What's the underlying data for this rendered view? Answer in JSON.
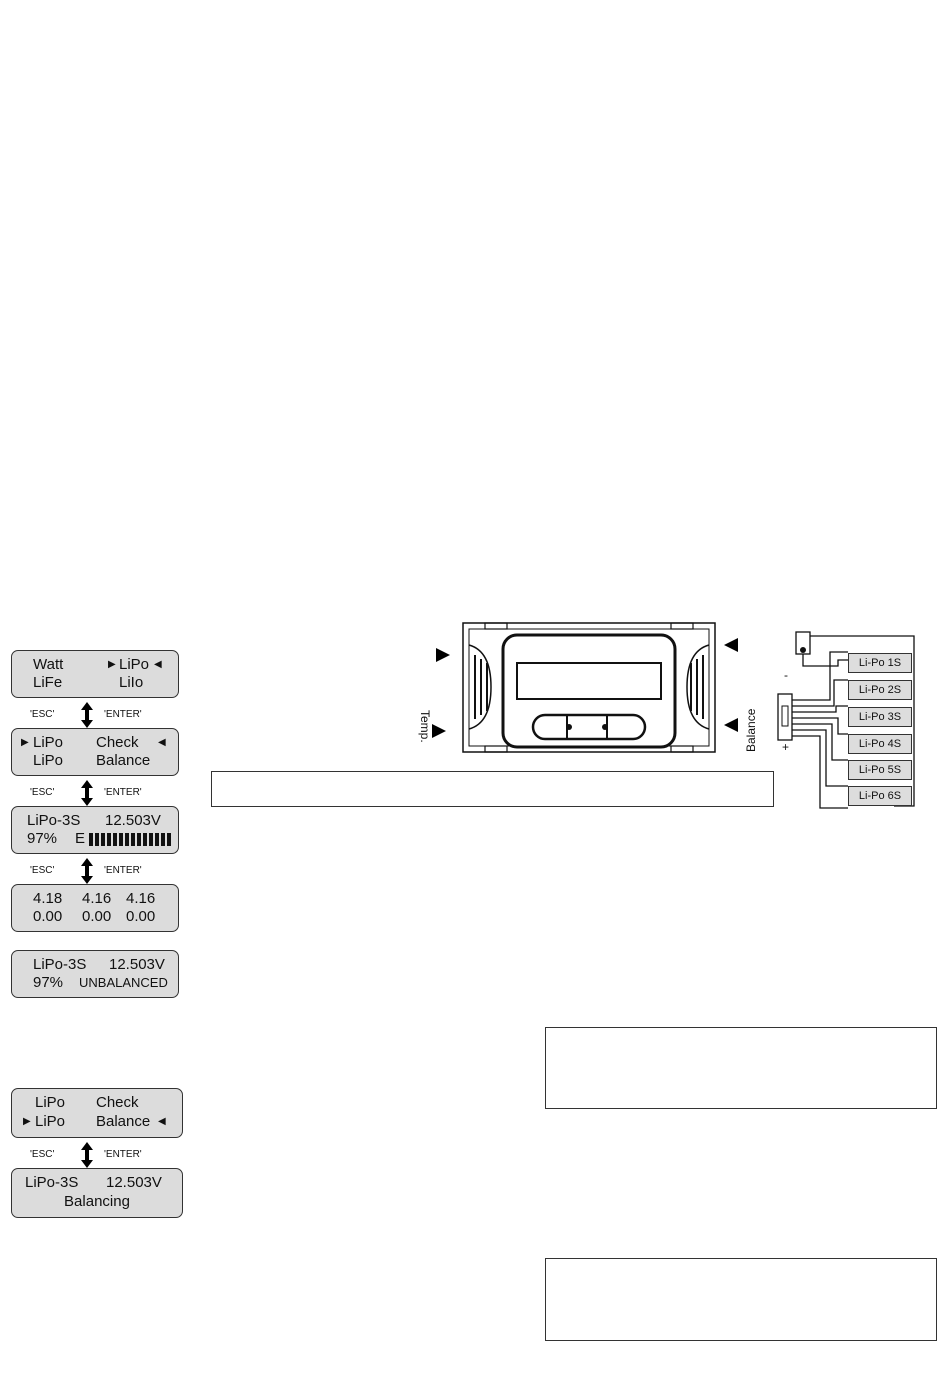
{
  "lcd1": {
    "r1a": "Watt",
    "r1b": "LiPo",
    "r2a": "LiFe",
    "r2b": "LiIo"
  },
  "lcd2": {
    "r1a": "LiPo",
    "r1b": "Check",
    "r2a": "LiPo",
    "r2b": "Balance"
  },
  "lcd3": {
    "r1a": "LiPo-3S",
    "r1b": "12.503V",
    "r2a": "97%",
    "r2b": "E"
  },
  "lcd4": {
    "r1a": "4.18",
    "r1b": "4.16",
    "r1c": "4.16",
    "r2a": "0.00",
    "r2b": "0.00",
    "r2c": "0.00"
  },
  "lcd5": {
    "r1a": "LiPo-3S",
    "r1b": "12.503V",
    "r2a": "97%",
    "r2b": "UNBALANCED"
  },
  "lcd6": {
    "r1a": "LiPo",
    "r1b": "Check",
    "r2a": "LiPo",
    "r2b": "Balance"
  },
  "lcd7": {
    "r1a": "LiPo-3S",
    "r1b": "12.503V",
    "r2": "Balancing"
  },
  "nav": {
    "esc": "'ESC'",
    "enter": "'ENTER'"
  },
  "device": {
    "temp_label": "Temp.",
    "balance_label": "Balance"
  },
  "wiring": {
    "minus": "-",
    "plus": "+",
    "cells": [
      "Li-Po 1S",
      "Li-Po 2S",
      "Li-Po 3S",
      "Li-Po 4S",
      "Li-Po 5S",
      "Li-Po 6S"
    ]
  }
}
